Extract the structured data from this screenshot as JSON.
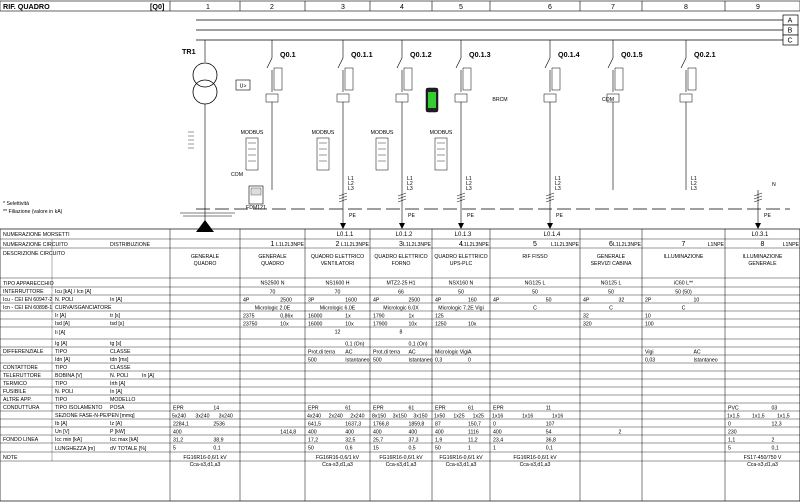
{
  "header": {
    "title": "RIF. QUADRO",
    "code": "[Q0]",
    "columns": [
      "1",
      "2",
      "3",
      "4",
      "5",
      "6",
      "7",
      "8",
      "9"
    ]
  },
  "busbars": [
    "A",
    "B",
    "C"
  ],
  "transformer": {
    "label": "TR1"
  },
  "breakers": [
    {
      "id": "Q0.1",
      "col": 2
    },
    {
      "id": "Q0.1.1",
      "col": 3
    },
    {
      "id": "Q0.1.2",
      "col": 4
    },
    {
      "id": "Q0.1.3",
      "col": 5
    },
    {
      "id": "Q0.1.4",
      "col": 6
    },
    {
      "id": "Q0.1.5",
      "col": 7
    },
    {
      "id": "Q0.2.1",
      "col": 8
    }
  ],
  "device_tags": {
    "modbus": "MODBUS",
    "com": "COM",
    "brcm": "BRCM",
    "fdm": "FDM121",
    "meter": "U>",
    "pe": "PE",
    "neutral": "N",
    "phase_labels": [
      "L1",
      "L2",
      "L3"
    ]
  },
  "outputs": [
    {
      "label": "L0.1.1",
      "col": 3
    },
    {
      "label": "L0.1.2",
      "col": 4
    },
    {
      "label": "L0.1.3",
      "col": 5
    },
    {
      "label": "L0.1.4",
      "col": 6
    },
    {
      "label": "L0.3.1",
      "col": 9
    }
  ],
  "legend": {
    "line1": "* Selettività",
    "line2": "** Filiazione (valore in kA)"
  },
  "table": {
    "rows": [
      {
        "label": "NUMERAZIONE MORSETTI",
        "sub": ""
      },
      {
        "label": "NUMERAZIONE CIRCUITO",
        "sub": "DISTRIBUZIONE"
      },
      {
        "label": "DESCRIZIONE CIRCUITO",
        "sub": ""
      },
      {
        "label": "TIPO APPARECCHIO",
        "sub": ""
      },
      {
        "label": "INTERRUTTORE",
        "sub": "Icu [kA] / Icn [A]"
      },
      {
        "label": "Icu - CEI EN 60947-2",
        "sub": "N. POLI",
        "sub2": "In [A]"
      },
      {
        "label": "Icn - CEI EN 60898-1",
        "sub": "CURVA/SGANCIATORE"
      },
      {
        "label": "",
        "sub": "Ir [A]",
        "sub2": "tr [s]"
      },
      {
        "label": "",
        "sub": "Isd [A]",
        "sub2": "tsd [s]"
      },
      {
        "label": "",
        "sub": "Ii [A]"
      },
      {
        "label": "",
        "sub": "Ig [A]",
        "sub2": "tg [s]"
      },
      {
        "label": "DIFFERENZIALE",
        "sub": "TIPO",
        "sub2": "CLASSE"
      },
      {
        "label": "",
        "sub": "Idn [A]",
        "sub2": "tdn [ms]"
      },
      {
        "label": "CONTATTORE",
        "sub": "TIPO",
        "sub2": "CLASSE"
      },
      {
        "label": "TELERUTTORE",
        "sub": "BOBINA [V]",
        "sub2": "N. POLI",
        "sub3": "In [A]"
      },
      {
        "label": "TERMICO",
        "sub": "TIPO",
        "sub2": "Irth [A]"
      },
      {
        "label": "FUSIBILE",
        "sub": "N. POLI",
        "sub2": "In [A]"
      },
      {
        "label": "ALTRE APP.",
        "sub": "TIPO",
        "sub2": "MODELLO"
      },
      {
        "label": "CONDUTTURA",
        "sub": "TIPO ISOLAMENTO",
        "sub2": "POSA"
      },
      {
        "label": "",
        "sub": "SEZIONE FASE-N-PE/PEN [mmq]"
      },
      {
        "label": "",
        "sub": "Ib [A]",
        "sub2": "Iz [A]"
      },
      {
        "label": "",
        "sub": "Un [V]",
        "sub2": "P [kW]"
      },
      {
        "label": "FONDO LINEA",
        "sub": "Icc min [kA]",
        "sub2": "Icc max [kA]"
      },
      {
        "label": "",
        "sub": "LUNGHEZZA [m]",
        "sub2": "dV TOTALE [%]"
      },
      {
        "label": "NOTE",
        "sub": ""
      }
    ],
    "columns": [
      {
        "num": "",
        "code": "",
        "desc": [
          "GENERALE",
          "QUADRO"
        ],
        "cells": [
          [],
          [],
          [],
          [],
          [],
          [],
          [],
          [],
          [],
          [],
          [],
          [],
          [],
          [],
          [],
          [],
          [],
          [],
          [
            "EPR",
            "14"
          ],
          [
            "5x240",
            "3x240",
            "3x240"
          ],
          [
            "2284,1",
            "2536"
          ],
          [
            "400",
            ""
          ],
          [
            "31,2",
            "38,9"
          ],
          [
            "5",
            "0,1"
          ],
          [
            "FG16R16-0,6/1 kV",
            "Cca-s3,d1,a3"
          ]
        ]
      },
      {
        "num": "1",
        "code": "L1L2L3NPE",
        "desc": [
          "GENERALE",
          "QUADRO"
        ],
        "cells": [
          [],
          [],
          [],
          [
            "NS2500 N"
          ],
          [
            "70"
          ],
          [
            "4P",
            "2500"
          ],
          [
            "Micrologic 2.0E"
          ],
          [
            "2375",
            "0,86x"
          ],
          [
            "23750",
            "10x"
          ],
          [],
          [],
          [],
          [],
          [],
          [],
          [],
          [],
          [],
          [],
          [],
          [],
          [
            "",
            "1414,8"
          ],
          [],
          [],
          []
        ]
      },
      {
        "num": "2",
        "code": "L1L2L3NPE",
        "desc": [
          "QUADRO ELETTRICO",
          "VENTILATORI"
        ],
        "cells": [
          [],
          [],
          [],
          [
            "NS1600 H"
          ],
          [
            "70"
          ],
          [
            "3P",
            "1600"
          ],
          [
            "Micrologic 6.0E"
          ],
          [
            "16000",
            "1x"
          ],
          [
            "16000",
            "10x"
          ],
          [
            "12"
          ],
          [
            "",
            "0,1 (On)"
          ],
          [
            "Prot.di terra",
            "AC"
          ],
          [
            "500",
            "Istantaneo"
          ],
          [],
          [],
          [],
          [],
          [],
          [
            "EPR",
            "61"
          ],
          [
            "4x240",
            "2x240",
            "2x240"
          ],
          [
            "641,5",
            "1637,3"
          ],
          [
            "400",
            "400"
          ],
          [
            "17,2",
            "32,5"
          ],
          [
            "50",
            "0,6"
          ],
          [
            "FG16R16-0,6/1 kV",
            "Cca-s3,d1,a3"
          ]
        ]
      },
      {
        "num": "3",
        "code": "L1L2L3NPE",
        "desc": [
          "QUADRO ELETTRICO",
          "FORNO"
        ],
        "cells": [
          [],
          [],
          [],
          [
            "MTZ2-25 H1"
          ],
          [
            "66"
          ],
          [
            "4P",
            "2500"
          ],
          [
            "Micrologic 6.0X"
          ],
          [
            "1790",
            "1x"
          ],
          [
            "17900",
            "10x"
          ],
          [
            "8"
          ],
          [
            "",
            "0,1 (On)"
          ],
          [
            "Prot.di terra",
            "AC"
          ],
          [
            "500",
            "Istantaneo"
          ],
          [],
          [],
          [],
          [],
          [],
          [
            "EPR",
            "61"
          ],
          [
            "8x150",
            "3x150",
            "3x150"
          ],
          [
            "1766,8",
            "1859,8"
          ],
          [
            "400",
            "400"
          ],
          [
            "25,7",
            "37,3"
          ],
          [
            "15",
            "0,5"
          ],
          [
            "FG16R16-0,6/1 kV",
            "Cca-s3,d1,a3"
          ]
        ]
      },
      {
        "num": "4",
        "code": "L1L2L3NPE",
        "desc": [
          "QUADRO ELETTRICO",
          "UPS-PLC"
        ],
        "cells": [
          [],
          [],
          [],
          [
            "NSX160 N"
          ],
          [
            "50"
          ],
          [
            "4P",
            "160"
          ],
          [
            "Micrologic 7.2E Vigi"
          ],
          [
            "125",
            ""
          ],
          [
            "1250",
            "10x"
          ],
          [],
          [],
          [
            "Micrologic Vigi",
            "A"
          ],
          [
            "0,3",
            "0"
          ],
          [],
          [],
          [],
          [],
          [],
          [
            "EPR",
            "61"
          ],
          [
            "1x50",
            "1x25",
            "1x25"
          ],
          [
            "87",
            "150,7"
          ],
          [
            "400",
            "1116"
          ],
          [
            "1,9",
            "11,2"
          ],
          [
            "50",
            "1"
          ],
          [
            "FG16R16-0,6/1 kV",
            "Cca-s3,d1,a3"
          ]
        ]
      },
      {
        "num": "5",
        "code": "L1L2L3NPE",
        "desc": [
          "RIF FISSO",
          ""
        ],
        "cells": [
          [],
          [],
          [],
          [
            "NG125 L"
          ],
          [
            "50"
          ],
          [
            "4P",
            "50"
          ],
          [
            "C"
          ],
          [],
          [],
          [],
          [],
          [],
          [],
          [],
          [],
          [],
          [],
          [],
          [
            "EPR",
            "11"
          ],
          [
            "1x16",
            "1x16",
            "1x16"
          ],
          [
            "0",
            "107"
          ],
          [
            "400",
            "54"
          ],
          [
            "23,4",
            "36,8"
          ],
          [
            "1",
            "0,1"
          ],
          [
            "FG16R16-0,6/1 kV",
            "Cca-s3,d1,a3"
          ]
        ]
      },
      {
        "num": "6",
        "code": "L1L2L3NPE",
        "desc": [
          "GENERALE",
          "SERVIZI CABINA"
        ],
        "cells": [
          [],
          [],
          [],
          [
            "NG125 L"
          ],
          [
            "50"
          ],
          [
            "4P",
            "32"
          ],
          [
            "C"
          ],
          [
            "32",
            ""
          ],
          [
            "320",
            ""
          ],
          [],
          [],
          [],
          [],
          [],
          [],
          [],
          [],
          [],
          [],
          [],
          [],
          [
            "",
            "2"
          ],
          [],
          [],
          []
        ]
      },
      {
        "num": "7",
        "code": "L1NPE",
        "desc": [
          "ILLUMINAZIONE",
          ""
        ],
        "cells": [
          [],
          [],
          [],
          [
            "iC60 L**"
          ],
          [
            "50 (50)"
          ],
          [
            "2P",
            "10"
          ],
          [
            "C"
          ],
          [
            "10",
            ""
          ],
          [
            "100",
            ""
          ],
          [],
          [],
          [
            "Vigi",
            "AC"
          ],
          [
            "0,03",
            "Istantaneo"
          ],
          [],
          [],
          [],
          [],
          [],
          [],
          [],
          [],
          [],
          [],
          [],
          []
        ]
      },
      {
        "num": "8",
        "code": "L1NPE",
        "desc": [
          "ILLUMINAZIONE",
          "GENERALE"
        ],
        "cells": [
          [],
          [],
          [],
          [],
          [],
          [],
          [],
          [],
          [],
          [],
          [],
          [],
          [],
          [],
          [],
          [],
          [],
          [],
          [
            "PVC",
            "03"
          ],
          [
            "1x1,5",
            "1x1,5",
            "1x1,5"
          ],
          [
            "0",
            "12,3"
          ],
          [
            "230",
            ""
          ],
          [
            "1,1",
            "2"
          ],
          [
            "5",
            "0,1"
          ],
          [
            "FS17-450/750 V",
            "Cca-s3,d1,a3"
          ]
        ]
      }
    ]
  }
}
